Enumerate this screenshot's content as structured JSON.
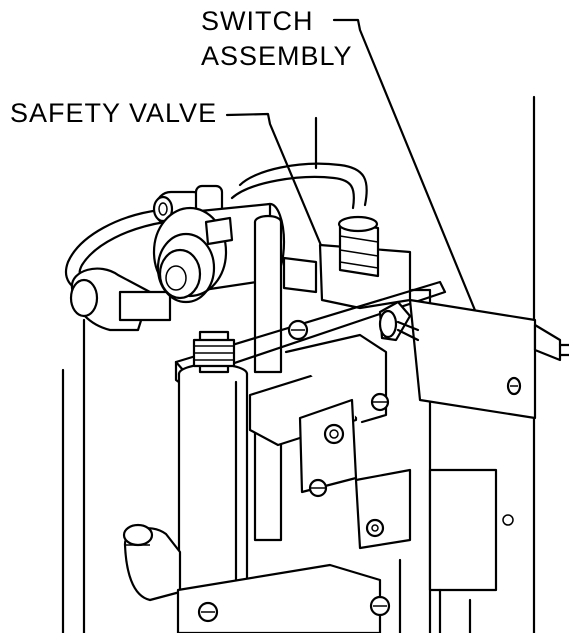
{
  "callouts": {
    "switch_assembly": {
      "line1": "SWITCH",
      "line2": "ASSEMBLY"
    },
    "safety_valve": {
      "label": "SAFETY VALVE"
    }
  },
  "colors": {
    "ink": "#000000",
    "paper": "#ffffff"
  }
}
